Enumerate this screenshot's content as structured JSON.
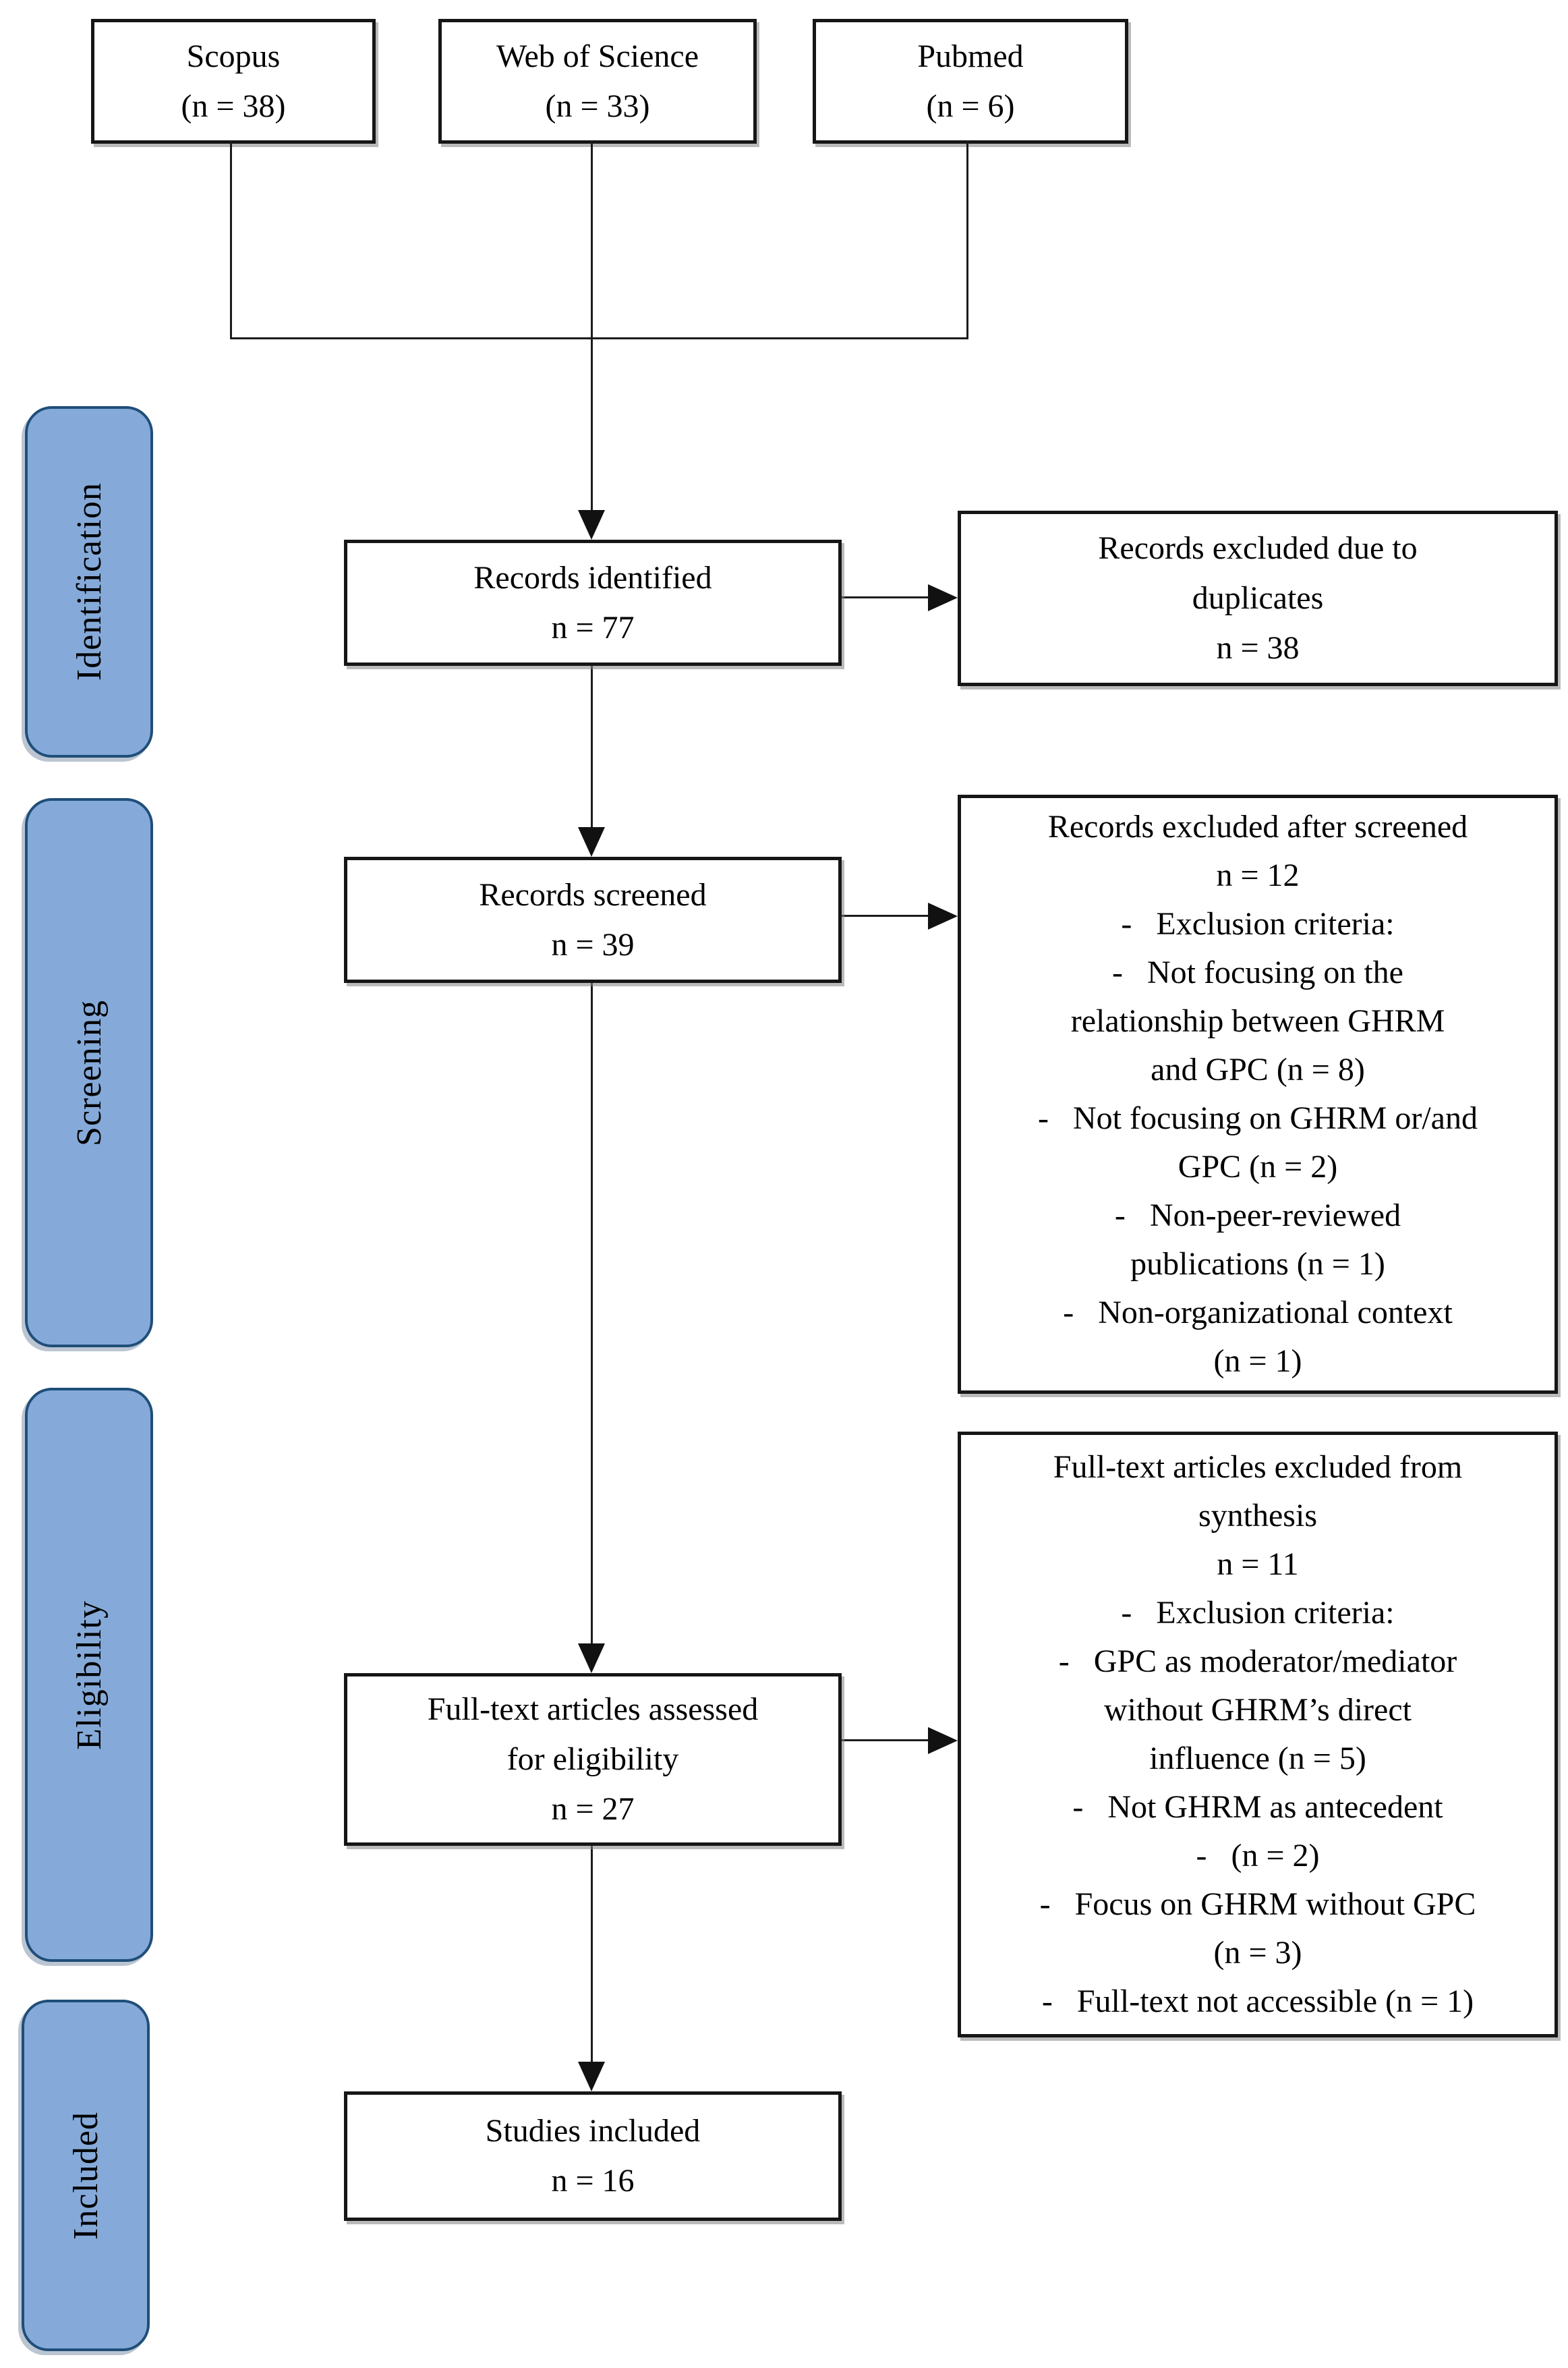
{
  "sidebar": {
    "stages": [
      {
        "label": "Identification"
      },
      {
        "label": "Screening"
      },
      {
        "label": "Eligibility"
      },
      {
        "label": "Included"
      }
    ]
  },
  "sources": [
    {
      "lines": [
        "Scopus",
        "(n = 38)"
      ]
    },
    {
      "lines": [
        "Web of Science",
        "(n = 33)"
      ]
    },
    {
      "lines": [
        "Pubmed",
        "(n = 6)"
      ]
    }
  ],
  "flow": {
    "identified": {
      "lines": [
        "Records identified",
        "n = 77"
      ]
    },
    "screened": {
      "lines": [
        "Records screened",
        "n = 39"
      ]
    },
    "fulltext": {
      "lines": [
        "Full-text articles assessed",
        "for eligibility",
        "n = 27"
      ]
    },
    "included": {
      "lines": [
        "Studies included",
        "n = 16"
      ]
    }
  },
  "exclusions": {
    "duplicates": {
      "lines": [
        "Records excluded due to",
        "duplicates",
        "n = 38"
      ]
    },
    "after_screening": {
      "lines": [
        "Records excluded after screened",
        "n = 12",
        "-   Exclusion criteria:",
        "-   Not focusing on the",
        "relationship between GHRM",
        "and GPC (n = 8)",
        "-   Not focusing on GHRM or/and",
        "GPC (n = 2)",
        "-   Non-peer-reviewed",
        "publications (n = 1)",
        "-   Non-organizational context",
        "(n = 1)"
      ]
    },
    "fulltext_excluded": {
      "lines": [
        "Full-text articles excluded from",
        "synthesis",
        "n = 11",
        "-   Exclusion criteria:",
        "-   GPC as moderator/mediator",
        "without GHRM’s direct",
        "influence (n = 5)",
        "-   Not GHRM as antecedent",
        "-   (n = 2)",
        "-   Focus on GHRM without GPC",
        "(n = 3)",
        "-   Full-text not accessible (n = 1)"
      ]
    }
  },
  "colors": {
    "stage_fill": "#85AAD9",
    "stage_border": "#1F4E79",
    "box_border": "#161616",
    "line": "#1c1c1c"
  }
}
